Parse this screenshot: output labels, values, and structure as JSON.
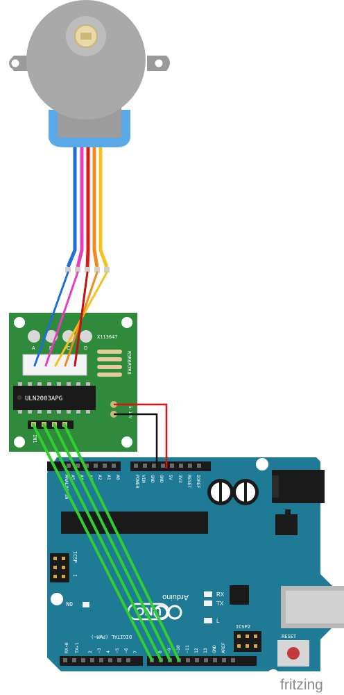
{
  "driver_board": {
    "chip_label": "ULN2003APG",
    "part_code": "X113647",
    "resistor_label": "R5R6R7R8",
    "led_labels": [
      "A",
      "B",
      "C",
      "D"
    ],
    "input_label": "IN1",
    "power_labels": [
      "5-12V",
      "-"
    ]
  },
  "arduino": {
    "brand": "Arduino",
    "model": "UNO",
    "on_label": "ON",
    "rx_label": "RX",
    "tx_label": "TX",
    "l_label": "L",
    "reset_label": "RESET",
    "icsp_label": "ICSP",
    "icsp2_label": "ICSP2",
    "icsp_pin_marker": "1",
    "digital_label": "DIGITAL (PWM~)",
    "power_header_label": "POWER",
    "analog_header_label": "ANALOG IN",
    "power_pins": [
      "IOREF",
      "RESET",
      "3V3",
      "5V",
      "GND",
      "GND",
      "VIN"
    ],
    "analog_pins": [
      "A0",
      "A1",
      "A2",
      "A3",
      "A4",
      "A5"
    ],
    "digital_pins": [
      "AREF",
      "GND",
      "13",
      "12",
      "~11",
      "~10",
      "~9",
      "8",
      "7",
      "~6",
      "~5",
      "4",
      "~3",
      "2",
      "TX▸1",
      "RX◂0"
    ]
  },
  "watermark": "fritzing",
  "colors": {
    "board_green": "#2f8a3c",
    "arduino_teal": "#1f7a96",
    "wire_green": "#2fcf2f",
    "wire_red": "#e01010",
    "wire_black": "#111111",
    "motor_grey": "#a9a9a9",
    "motor_blue": "#5aa9e6",
    "ribbon": [
      "#1e6fd9",
      "#e83cc4",
      "#d81a1a",
      "#f08a1a",
      "#f5c21b"
    ]
  }
}
